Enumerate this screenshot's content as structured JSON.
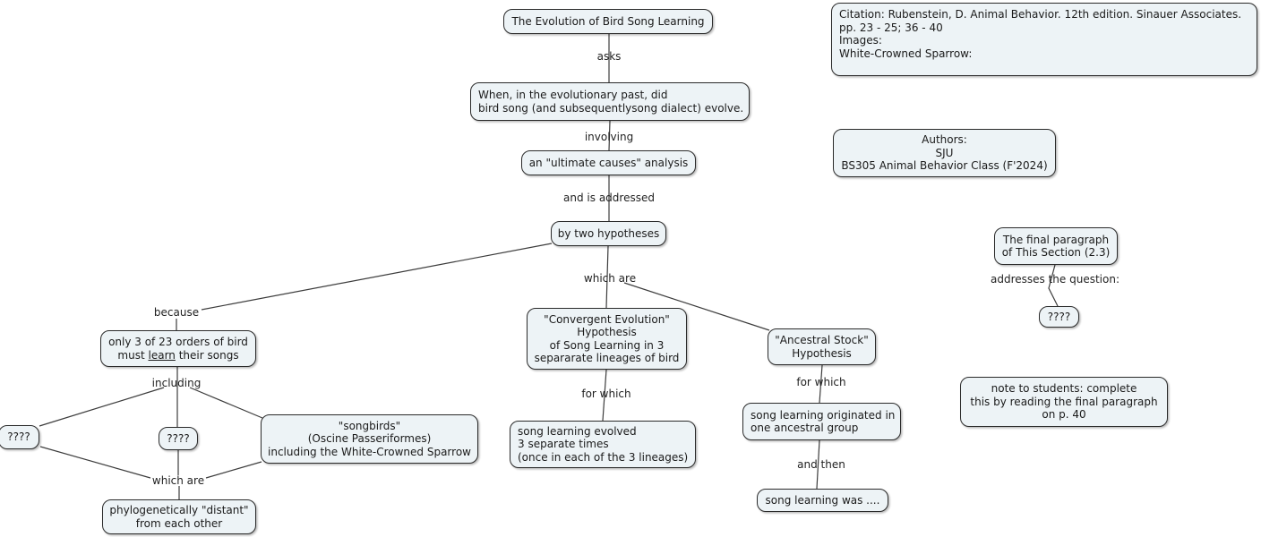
{
  "colors": {
    "node_fill": "#edf3f6",
    "node_border": "#2b2b2b",
    "line": "#3c3c3c",
    "text": "#1a1a1a",
    "background": "#ffffff"
  },
  "nodes": {
    "title": {
      "text": "The Evolution of Bird Song Learning"
    },
    "question": {
      "lines": [
        "When, in the evolutionary past, did",
        "bird song (and subsequentlysong dialect) evolve."
      ]
    },
    "ultimate": {
      "text": "an \"ultimate causes\" analysis"
    },
    "two_hypotheses": {
      "text": "by two hypotheses"
    },
    "only3": {
      "line1": "only 3 of 23 orders of bird",
      "line2_pre": "must ",
      "line2_underline": "learn",
      "line2_post": " their songs"
    },
    "q_left": {
      "text": "????"
    },
    "q_mid": {
      "text": "????"
    },
    "songbirds": {
      "lines": [
        "\"songbirds\"",
        "(Oscine Passeriformes)",
        "including the White-Crowned Sparrow"
      ]
    },
    "phylo": {
      "lines": [
        "phylogenetically \"distant\"",
        "from each other"
      ]
    },
    "convergent": {
      "lines": [
        "\"Convergent Evolution\"",
        "Hypothesis",
        "of Song Learning in 3",
        "separarate lineages of bird"
      ]
    },
    "evolved": {
      "lines": [
        "song learning evolved",
        "3 separate times",
        "(once in each of the 3 lineages)"
      ]
    },
    "ancestral": {
      "lines": [
        "\"Ancestral Stock\"",
        "Hypothesis"
      ]
    },
    "originated": {
      "lines": [
        "song learning originated in",
        "one ancestral group"
      ]
    },
    "was": {
      "text": "song learning was ...."
    },
    "citation": {
      "lines": [
        "Citation: Rubenstein, D. Animal Behavior. 12th edition. Sinauer Associates.",
        "pp. 23 - 25; 36 - 40",
        "Images:",
        "White-Crowned Sparrow:"
      ]
    },
    "authors": {
      "lines": [
        "Authors:",
        "SJU",
        "BS305 Animal Behavior Class (F'2024)"
      ]
    },
    "final_para": {
      "lines": [
        "The final paragraph",
        "of This Section (2.3)"
      ]
    },
    "q_right": {
      "text": "????"
    },
    "note": {
      "lines": [
        "note to students: complete",
        "this by reading the final paragraph",
        "on p. 40"
      ]
    }
  },
  "labels": {
    "asks": "asks",
    "involving": "involving",
    "and_is_addressed": "and is addressed",
    "which_are_top": "which are",
    "because": "because",
    "including": "including",
    "which_are_bottom": "which are",
    "for_which_left": "for which",
    "for_which_right": "for which",
    "and_then": "and then",
    "addresses_question": "addresses the question:"
  }
}
